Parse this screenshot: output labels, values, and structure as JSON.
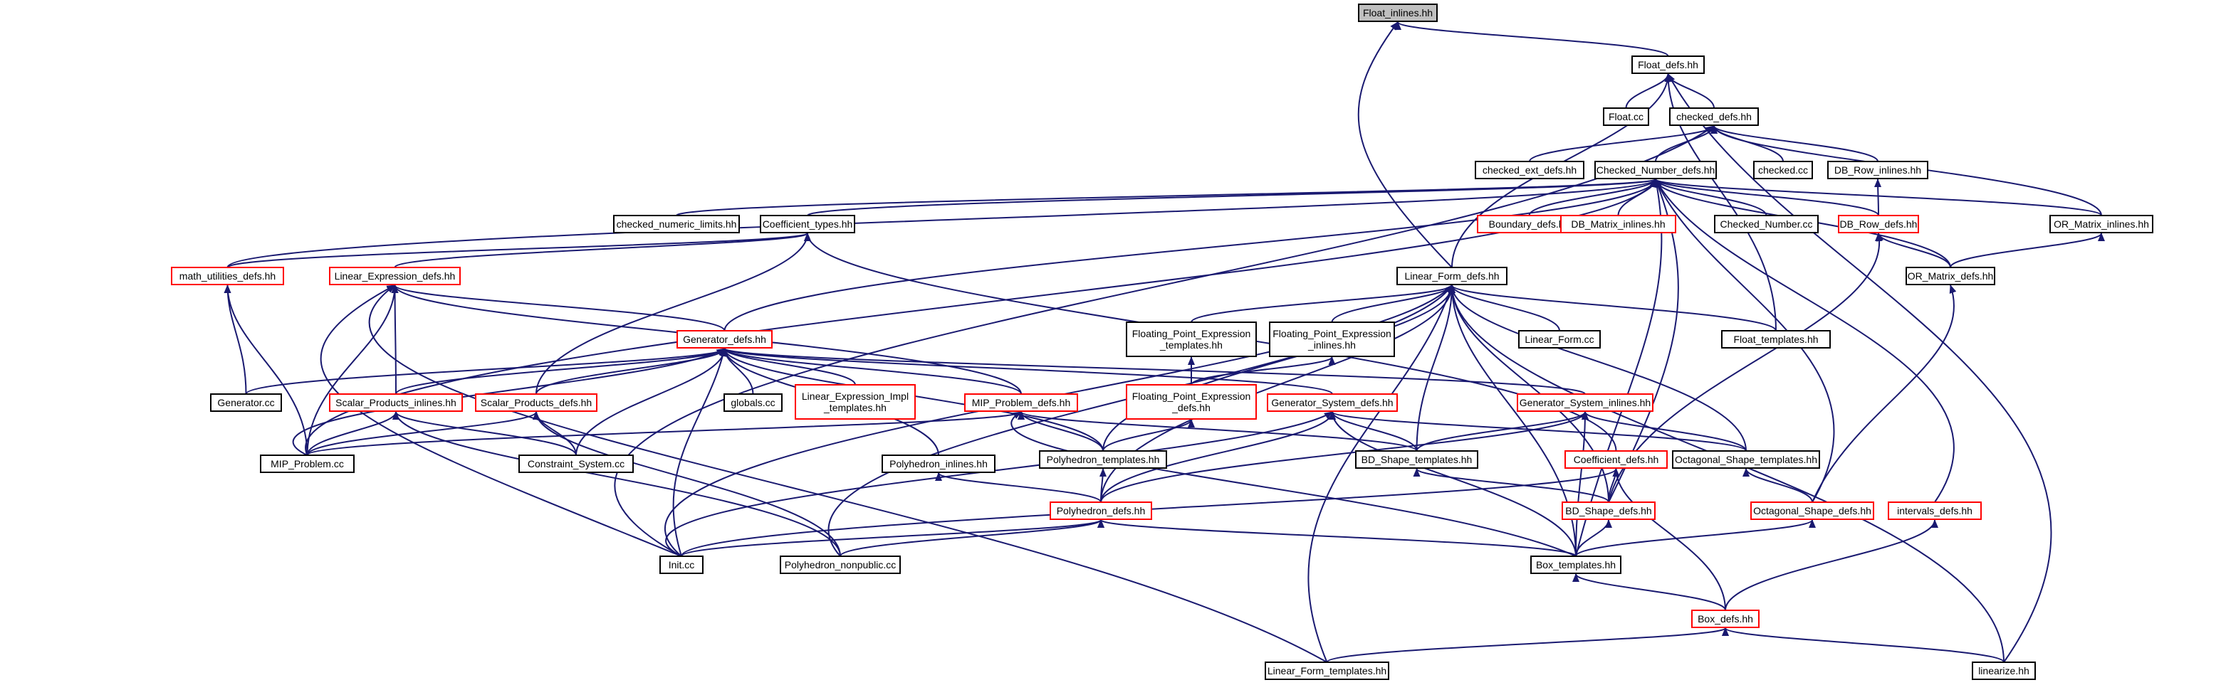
{
  "colors": {
    "edge": "#191970",
    "border_normal": "#000000",
    "border_truncated": "#ff0000",
    "root_fill": "#bfbfbf",
    "background": "#ffffff"
  },
  "nodes": {
    "float_inlines": {
      "lines": [
        "Float_inlines.hh"
      ],
      "style": "root"
    },
    "float_defs": {
      "lines": [
        "Float_defs.hh"
      ],
      "style": "black"
    },
    "float_cc": {
      "lines": [
        "Float.cc"
      ],
      "style": "black"
    },
    "checked_defs": {
      "lines": [
        "checked_defs.hh"
      ],
      "style": "black"
    },
    "checked_ext_defs": {
      "lines": [
        "checked_ext_defs.hh"
      ],
      "style": "black"
    },
    "checked_number_defs": {
      "lines": [
        "Checked_Number_defs.hh"
      ],
      "style": "black"
    },
    "checked_cc": {
      "lines": [
        "checked.cc"
      ],
      "style": "black"
    },
    "db_row_inlines": {
      "lines": [
        "DB_Row_inlines.hh"
      ],
      "style": "black"
    },
    "checked_numeric_limits": {
      "lines": [
        "checked_numeric_limits.hh"
      ],
      "style": "black"
    },
    "coefficient_types": {
      "lines": [
        "Coefficient_types.hh"
      ],
      "style": "black"
    },
    "boundary_defs": {
      "lines": [
        "Boundary_defs.hh"
      ],
      "style": "red"
    },
    "db_matrix_inlines": {
      "lines": [
        "DB_Matrix_inlines.hh"
      ],
      "style": "red"
    },
    "checked_number_cc": {
      "lines": [
        "Checked_Number.cc"
      ],
      "style": "black"
    },
    "db_row_defs": {
      "lines": [
        "DB_Row_defs.hh"
      ],
      "style": "red"
    },
    "or_matrix_inlines": {
      "lines": [
        "OR_Matrix_inlines.hh"
      ],
      "style": "black"
    },
    "math_utilities_defs": {
      "lines": [
        "math_utilities_defs.hh"
      ],
      "style": "red"
    },
    "linear_expression_defs": {
      "lines": [
        "Linear_Expression_defs.hh"
      ],
      "style": "red"
    },
    "linear_form_defs": {
      "lines": [
        "Linear_Form_defs.hh"
      ],
      "style": "black"
    },
    "or_matrix_defs": {
      "lines": [
        "OR_Matrix_defs.hh"
      ],
      "style": "black"
    },
    "generator_defs": {
      "lines": [
        "Generator_defs.hh"
      ],
      "style": "red"
    },
    "fpe_templates": {
      "lines": [
        "Floating_Point_Expression",
        "_templates.hh"
      ],
      "style": "black"
    },
    "fpe_inlines": {
      "lines": [
        "Floating_Point_Expression",
        "_inlines.hh"
      ],
      "style": "black"
    },
    "linear_form_cc": {
      "lines": [
        "Linear_Form.cc"
      ],
      "style": "black"
    },
    "float_templates": {
      "lines": [
        "Float_templates.hh"
      ],
      "style": "black"
    },
    "generator_cc": {
      "lines": [
        "Generator.cc"
      ],
      "style": "black"
    },
    "scalar_products_inlines": {
      "lines": [
        "Scalar_Products_inlines.hh"
      ],
      "style": "red"
    },
    "scalar_products_defs": {
      "lines": [
        "Scalar_Products_defs.hh"
      ],
      "style": "red"
    },
    "globals_cc": {
      "lines": [
        "globals.cc"
      ],
      "style": "black"
    },
    "linear_expression_impl_templates": {
      "lines": [
        "Linear_Expression_Impl",
        "_templates.hh"
      ],
      "style": "red"
    },
    "mip_problem_defs": {
      "lines": [
        "MIP_Problem_defs.hh"
      ],
      "style": "red"
    },
    "fpe_defs": {
      "lines": [
        "Floating_Point_Expression",
        "_defs.hh"
      ],
      "style": "red"
    },
    "generator_system_defs": {
      "lines": [
        "Generator_System_defs.hh"
      ],
      "style": "red"
    },
    "generator_system_inlines": {
      "lines": [
        "Generator_System_inlines.hh"
      ],
      "style": "red"
    },
    "mip_problem_cc": {
      "lines": [
        "MIP_Problem.cc"
      ],
      "style": "black"
    },
    "constraint_system_cc": {
      "lines": [
        "Constraint_System.cc"
      ],
      "style": "black"
    },
    "polyhedron_inlines": {
      "lines": [
        "Polyhedron_inlines.hh"
      ],
      "style": "black"
    },
    "polyhedron_templates": {
      "lines": [
        "Polyhedron_templates.hh"
      ],
      "style": "black"
    },
    "bd_shape_templates": {
      "lines": [
        "BD_Shape_templates.hh"
      ],
      "style": "black"
    },
    "coefficient_defs": {
      "lines": [
        "Coefficient_defs.hh"
      ],
      "style": "red"
    },
    "octagonal_shape_templates": {
      "lines": [
        "Octagonal_Shape_templates.hh"
      ],
      "style": "black"
    },
    "polyhedron_defs": {
      "lines": [
        "Polyhedron_defs.hh"
      ],
      "style": "red"
    },
    "bd_shape_defs": {
      "lines": [
        "BD_Shape_defs.hh"
      ],
      "style": "red"
    },
    "octagonal_shape_defs": {
      "lines": [
        "Octagonal_Shape_defs.hh"
      ],
      "style": "red"
    },
    "intervals_defs": {
      "lines": [
        "intervals_defs.hh"
      ],
      "style": "red"
    },
    "init_cc": {
      "lines": [
        "Init.cc"
      ],
      "style": "black"
    },
    "polyhedron_nonpublic_cc": {
      "lines": [
        "Polyhedron_nonpublic.cc"
      ],
      "style": "black"
    },
    "box_templates": {
      "lines": [
        "Box_templates.hh"
      ],
      "style": "black"
    },
    "box_defs": {
      "lines": [
        "Box_defs.hh"
      ],
      "style": "red"
    },
    "linear_form_templates": {
      "lines": [
        "Linear_Form_templates.hh"
      ],
      "style": "black"
    },
    "linearize": {
      "lines": [
        "linearize.hh"
      ],
      "style": "black"
    }
  },
  "edges": [
    [
      "float_defs",
      "float_inlines"
    ],
    [
      "linear_form_defs",
      "float_inlines"
    ],
    [
      "float_cc",
      "float_defs"
    ],
    [
      "checked_defs",
      "float_defs"
    ],
    [
      "linear_form_defs",
      "float_defs"
    ],
    [
      "float_templates",
      "float_defs"
    ],
    [
      "linearize",
      "float_defs"
    ],
    [
      "checked_ext_defs",
      "checked_defs"
    ],
    [
      "checked_number_defs",
      "checked_defs"
    ],
    [
      "checked_cc",
      "checked_defs"
    ],
    [
      "db_row_inlines",
      "checked_defs"
    ],
    [
      "or_matrix_inlines",
      "checked_defs"
    ],
    [
      "init_cc",
      "checked_defs"
    ],
    [
      "db_row_defs",
      "db_row_inlines"
    ],
    [
      "checked_numeric_limits",
      "checked_number_defs"
    ],
    [
      "coefficient_types",
      "checked_number_defs"
    ],
    [
      "boundary_defs",
      "checked_number_defs"
    ],
    [
      "db_matrix_inlines",
      "checked_number_defs"
    ],
    [
      "checked_number_cc",
      "checked_number_defs"
    ],
    [
      "db_row_defs",
      "checked_number_defs"
    ],
    [
      "or_matrix_inlines",
      "checked_number_defs"
    ],
    [
      "or_matrix_defs",
      "checked_number_defs"
    ],
    [
      "math_utilities_defs",
      "checked_number_defs"
    ],
    [
      "generator_defs",
      "checked_number_defs"
    ],
    [
      "mip_problem_cc",
      "checked_number_defs"
    ],
    [
      "octagonal_shape_defs",
      "checked_number_defs"
    ],
    [
      "intervals_defs",
      "checked_number_defs"
    ],
    [
      "box_templates",
      "checked_number_defs"
    ],
    [
      "bd_shape_defs",
      "checked_number_defs"
    ],
    [
      "or_matrix_defs",
      "or_matrix_inlines"
    ],
    [
      "or_matrix_defs",
      "db_row_defs"
    ],
    [
      "bd_shape_defs",
      "db_row_defs"
    ],
    [
      "octagonal_shape_defs",
      "or_matrix_defs"
    ],
    [
      "math_utilities_defs",
      "coefficient_types"
    ],
    [
      "linear_expression_defs",
      "coefficient_types"
    ],
    [
      "scalar_products_defs",
      "coefficient_types"
    ],
    [
      "coefficient_defs",
      "coefficient_types"
    ],
    [
      "generator_cc",
      "math_utilities_defs"
    ],
    [
      "mip_problem_cc",
      "math_utilities_defs"
    ],
    [
      "generator_defs",
      "linear_expression_defs"
    ],
    [
      "scalar_products_inlines",
      "linear_expression_defs"
    ],
    [
      "mip_problem_defs",
      "linear_expression_defs"
    ],
    [
      "mip_problem_cc",
      "linear_expression_defs"
    ],
    [
      "init_cc",
      "linear_expression_defs"
    ],
    [
      "linear_form_templates",
      "linear_expression_defs"
    ],
    [
      "fpe_templates",
      "linear_form_defs"
    ],
    [
      "fpe_inlines",
      "linear_form_defs"
    ],
    [
      "linear_form_cc",
      "linear_form_defs"
    ],
    [
      "float_templates",
      "linear_form_defs"
    ],
    [
      "polyhedron_templates",
      "linear_form_defs"
    ],
    [
      "bd_shape_templates",
      "linear_form_defs"
    ],
    [
      "octagonal_shape_templates",
      "linear_form_defs"
    ],
    [
      "box_templates",
      "linear_form_defs"
    ],
    [
      "linearize",
      "linear_form_defs"
    ],
    [
      "linear_form_templates",
      "linear_form_defs"
    ],
    [
      "polyhedron_defs",
      "linear_form_defs"
    ],
    [
      "polyhedron_nonpublic_cc",
      "linear_form_defs"
    ],
    [
      "bd_shape_defs",
      "linear_form_defs"
    ],
    [
      "init_cc",
      "linear_form_defs"
    ],
    [
      "fpe_defs",
      "fpe_templates"
    ],
    [
      "fpe_defs",
      "fpe_inlines"
    ],
    [
      "generator_cc",
      "generator_defs"
    ],
    [
      "scalar_products_inlines",
      "generator_defs"
    ],
    [
      "scalar_products_defs",
      "generator_defs"
    ],
    [
      "globals_cc",
      "generator_defs"
    ],
    [
      "linear_expression_impl_templates",
      "generator_defs"
    ],
    [
      "mip_problem_defs",
      "generator_defs"
    ],
    [
      "generator_system_defs",
      "generator_defs"
    ],
    [
      "generator_system_inlines",
      "generator_defs"
    ],
    [
      "mip_problem_cc",
      "generator_defs"
    ],
    [
      "constraint_system_cc",
      "generator_defs"
    ],
    [
      "polyhedron_inlines",
      "generator_defs"
    ],
    [
      "polyhedron_templates",
      "generator_defs"
    ],
    [
      "init_cc",
      "generator_defs"
    ],
    [
      "mip_problem_cc",
      "scalar_products_inlines"
    ],
    [
      "constraint_system_cc",
      "scalar_products_inlines"
    ],
    [
      "polyhedron_nonpublic_cc",
      "scalar_products_inlines"
    ],
    [
      "mip_problem_cc",
      "scalar_products_defs"
    ],
    [
      "constraint_system_cc",
      "scalar_products_defs"
    ],
    [
      "polyhedron_nonpublic_cc",
      "scalar_products_defs"
    ],
    [
      "mip_problem_cc",
      "mip_problem_defs"
    ],
    [
      "polyhedron_templates",
      "mip_problem_defs"
    ],
    [
      "bd_shape_templates",
      "mip_problem_defs"
    ],
    [
      "box_templates",
      "mip_problem_defs"
    ],
    [
      "polyhedron_templates",
      "fpe_defs"
    ],
    [
      "bd_shape_templates",
      "generator_system_defs"
    ],
    [
      "octagonal_shape_templates",
      "generator_system_defs"
    ],
    [
      "polyhedron_defs",
      "generator_system_defs"
    ],
    [
      "box_templates",
      "generator_system_defs"
    ],
    [
      "init_cc",
      "generator_system_defs"
    ],
    [
      "bd_shape_templates",
      "generator_system_inlines"
    ],
    [
      "octagonal_shape_templates",
      "generator_system_inlines"
    ],
    [
      "polyhedron_defs",
      "generator_system_inlines"
    ],
    [
      "box_templates",
      "generator_system_inlines"
    ],
    [
      "polyhedron_defs",
      "polyhedron_inlines"
    ],
    [
      "polyhedron_defs",
      "polyhedron_templates"
    ],
    [
      "bd_shape_defs",
      "bd_shape_templates"
    ],
    [
      "octagonal_shape_defs",
      "octagonal_shape_templates"
    ],
    [
      "bd_shape_defs",
      "coefficient_defs"
    ],
    [
      "box_defs",
      "coefficient_defs"
    ],
    [
      "init_cc",
      "coefficient_defs"
    ],
    [
      "init_cc",
      "polyhedron_defs"
    ],
    [
      "polyhedron_nonpublic_cc",
      "polyhedron_defs"
    ],
    [
      "box_templates",
      "polyhedron_defs"
    ],
    [
      "box_templates",
      "bd_shape_defs"
    ],
    [
      "box_templates",
      "octagonal_shape_defs"
    ],
    [
      "box_defs",
      "intervals_defs"
    ],
    [
      "box_defs",
      "box_templates"
    ],
    [
      "linear_form_templates",
      "box_defs"
    ],
    [
      "linearize",
      "box_defs"
    ]
  ]
}
